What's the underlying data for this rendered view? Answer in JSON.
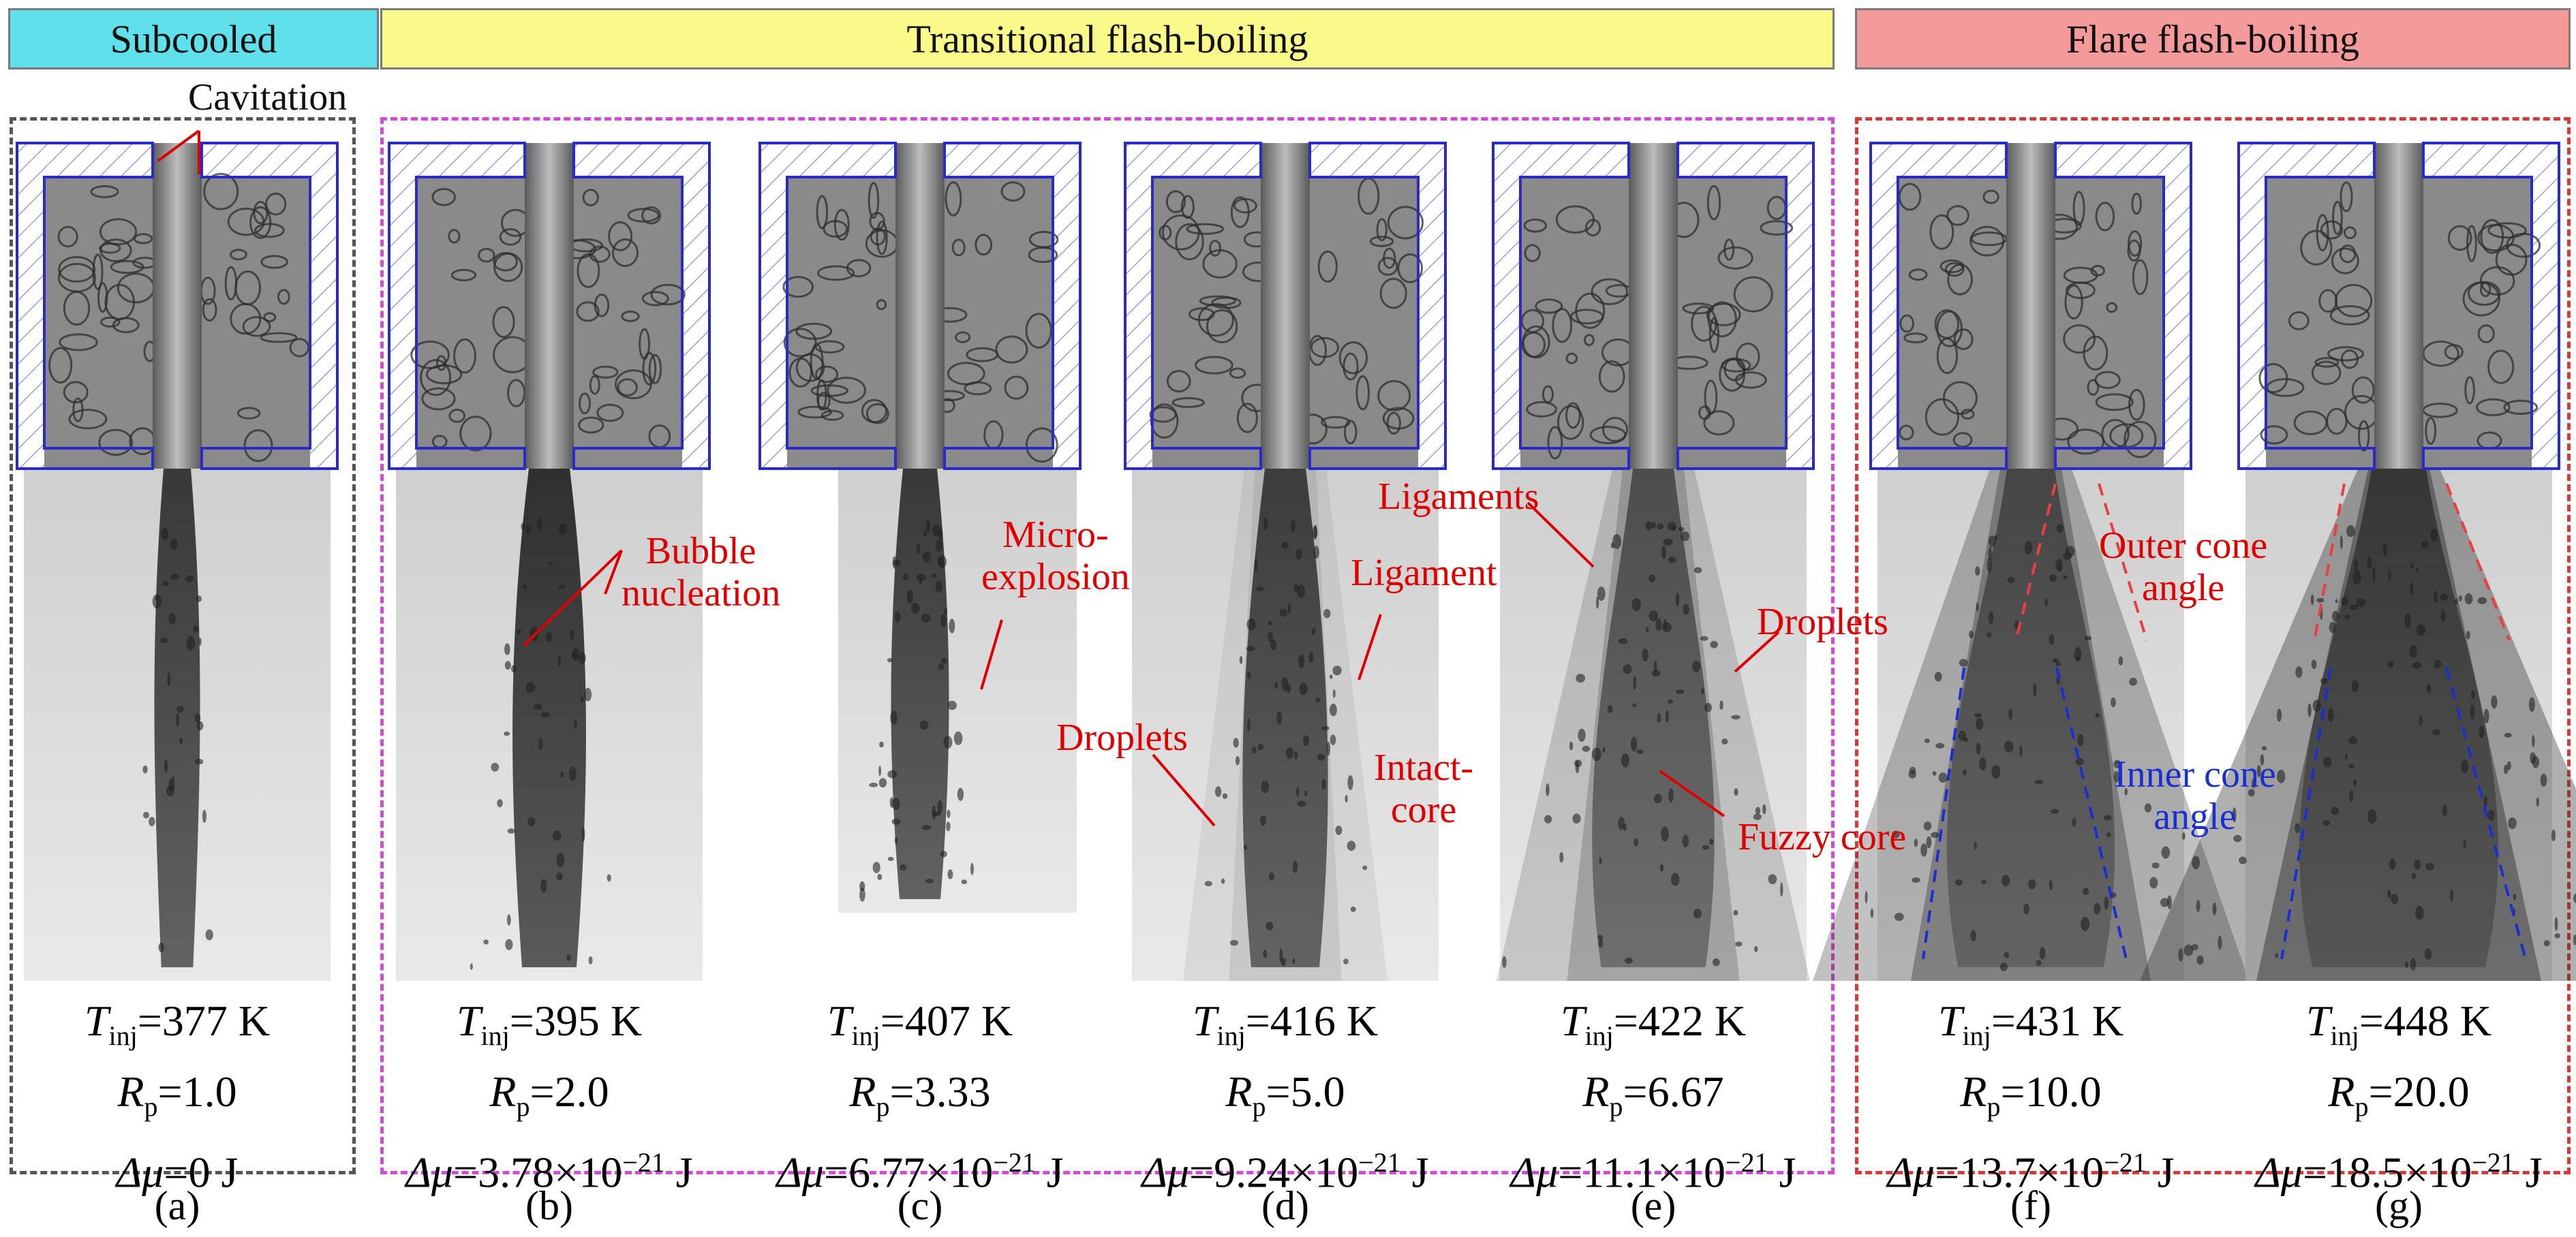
{
  "headers": [
    {
      "label": "Subcooled",
      "color": "#5fe0ea"
    },
    {
      "label": "Transitional flash-boiling",
      "color": "#fafa8a"
    },
    {
      "label": "Flare flash-boiling",
      "color": "#f59a9a"
    }
  ],
  "group_borders": {
    "subcooled": "#555555",
    "transitional": "#d44ad8",
    "flare": "#d43a3a"
  },
  "panels": [
    {
      "letter": "(a)",
      "T": "377 K",
      "R": "1.0",
      "dmu": "0",
      "exp": ""
    },
    {
      "letter": "(b)",
      "T": "395 K",
      "R": "2.0",
      "dmu": "3.78×10",
      "exp": "−21"
    },
    {
      "letter": "(c)",
      "T": "407 K",
      "R": "3.33",
      "dmu": "6.77×10",
      "exp": "−21"
    },
    {
      "letter": "(d)",
      "T": "416 K",
      "R": "5.0",
      "dmu": "9.24×10",
      "exp": "−21"
    },
    {
      "letter": "(e)",
      "T": "422 K",
      "R": "6.67",
      "dmu": "11.1×10",
      "exp": "−21"
    },
    {
      "letter": "(f)",
      "T": "431 K",
      "R": "10.0",
      "dmu": "13.7×10",
      "exp": "−21"
    },
    {
      "letter": "(g)",
      "T": "448 K",
      "R": "20.0",
      "dmu": "18.5×10",
      "exp": "−21"
    }
  ],
  "symbols": {
    "T": "T",
    "T_sub": "inj",
    "R": "R",
    "R_sub": "p",
    "dmu": "Δμ",
    "eq": "=",
    "unit": " J"
  },
  "annotations": {
    "cavitation": "Cavitation",
    "bubble": "Bubble\nnucleation",
    "micro": "Micro-\nexplosion",
    "droplets_d": "Droplets",
    "ligament": "Ligament",
    "intact": "Intact-\ncore",
    "ligaments": "Ligaments",
    "droplets_e": "Droplets",
    "fuzzy": "Fuzzy core",
    "outer": "Outer cone\nangle",
    "inner": "Inner cone\nangle"
  },
  "colors": {
    "annotation": "#e00000",
    "inner_cone": "#1a2fd0",
    "outer_cone": "#e84040",
    "nozzle_outline": "#2a2ac8"
  }
}
